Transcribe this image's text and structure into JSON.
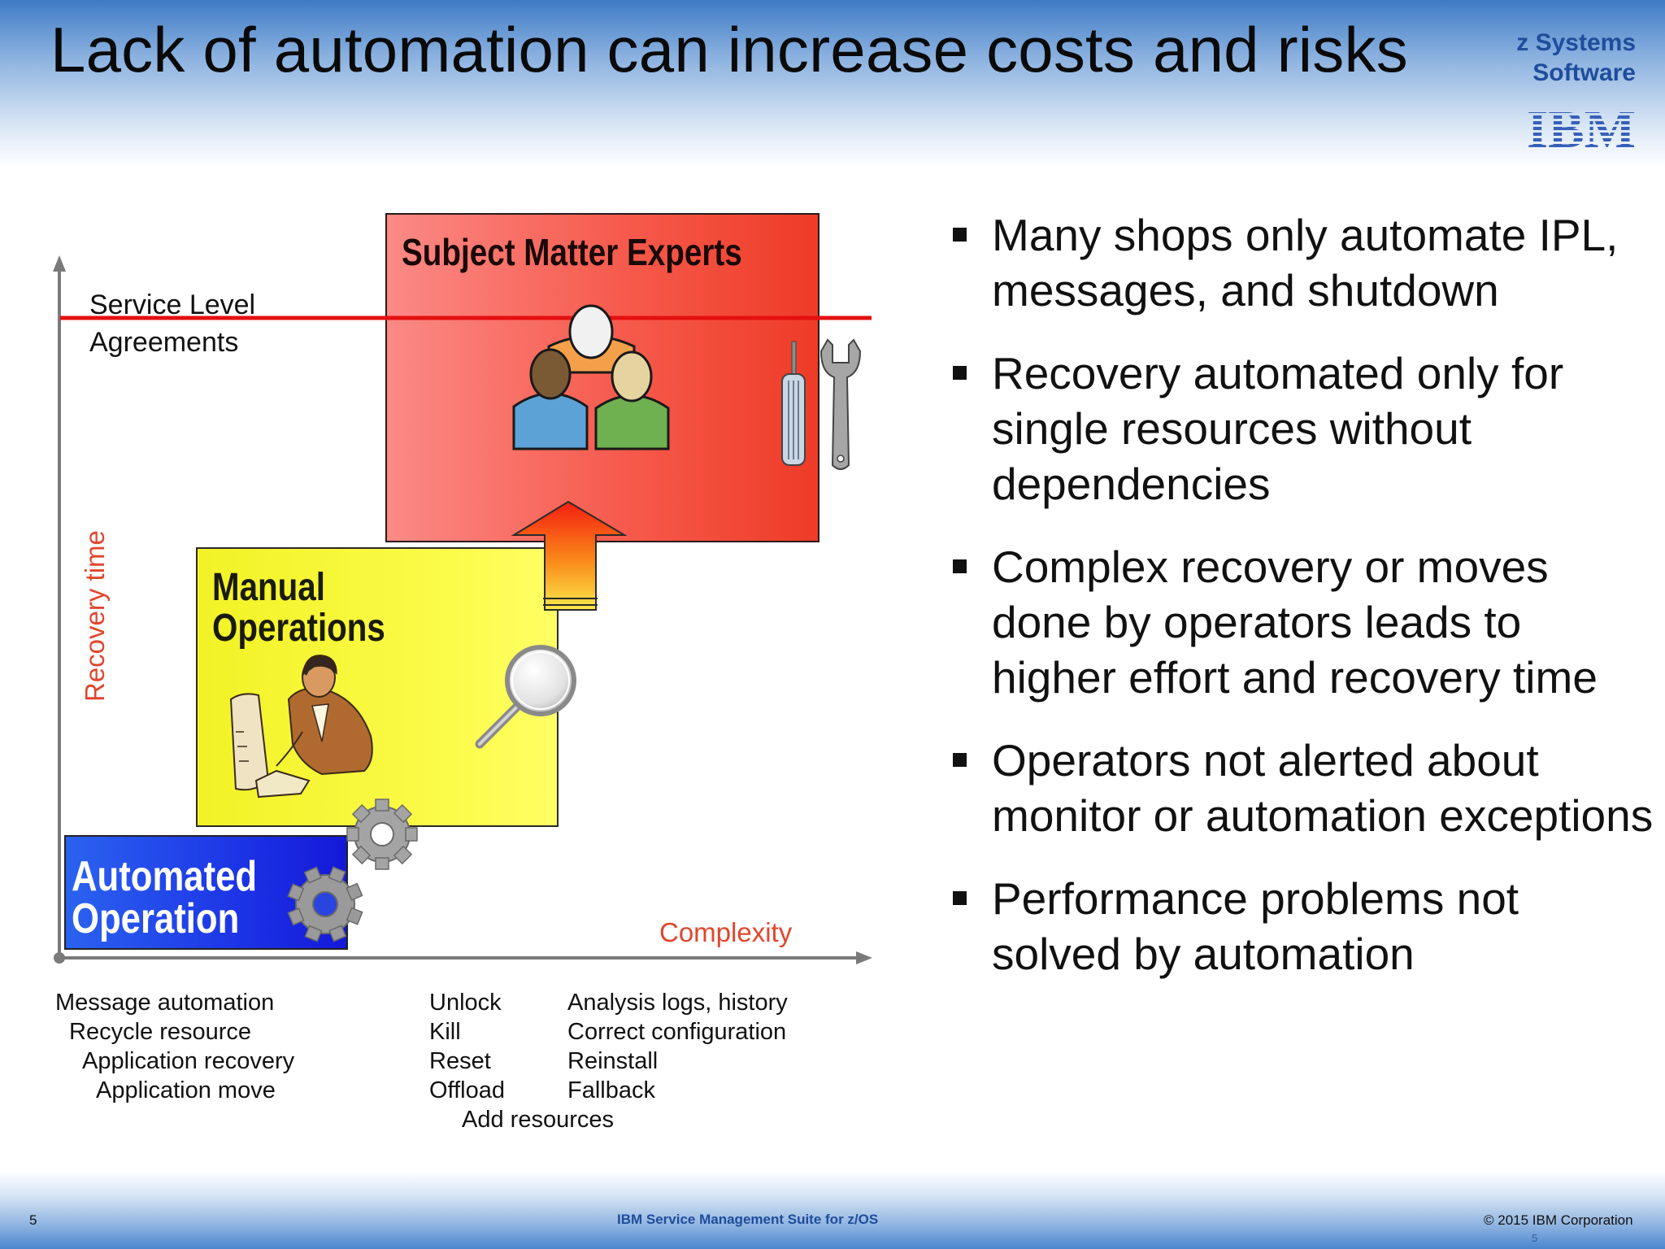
{
  "header": {
    "title": "Lack of automation can increase costs and risks",
    "brand_line1": "z Systems",
    "brand_line2": "Software",
    "logo_text": "IBM"
  },
  "diagram": {
    "y_axis_label": "Recovery time",
    "x_axis_label": "Complexity",
    "sla_label_line1": "Service Level",
    "sla_label_line2": "Agreements",
    "boxes": {
      "sme": "Subject Matter Experts",
      "manual_line1": "Manual",
      "manual_line2": "Operations",
      "auto_line1": "Automated",
      "auto_line2": "Operation"
    },
    "icons": [
      "people-group-icon",
      "screwdriver-icon",
      "wrench-icon",
      "magnifier-icon",
      "operator-icon",
      "gears-icon",
      "up-arrow-icon"
    ],
    "tasks": {
      "automated": [
        "Message automation",
        "Recycle resource",
        "Application recovery",
        "Application move"
      ],
      "manual": [
        "Unlock",
        "Kill",
        "Reset",
        "Offload"
      ],
      "manual_extra": "Add resources",
      "experts": [
        "Analysis logs, history",
        "Correct configuration",
        "Reinstall",
        "Fallback"
      ]
    },
    "colors": {
      "sme_box": "#f23a2e",
      "manual_box": "#f5f51e",
      "auto_box": "#1a2fe0",
      "sla_line": "#e41010",
      "axis_label": "#e0462e"
    }
  },
  "bullets": [
    "Many shops only automate IPL, messages, and shutdown",
    "Recovery automated only for single resources without dependencies",
    "Complex recovery or moves done by operators leads to higher effort and recovery time",
    "Operators not alerted about monitor or automation exceptions",
    "Performance problems not solved by automation"
  ],
  "footer": {
    "page_number": "5",
    "center_text": "IBM Service Management Suite for z/OS",
    "copyright": "© 2015 IBM Corporation",
    "page_number_small": "5"
  }
}
